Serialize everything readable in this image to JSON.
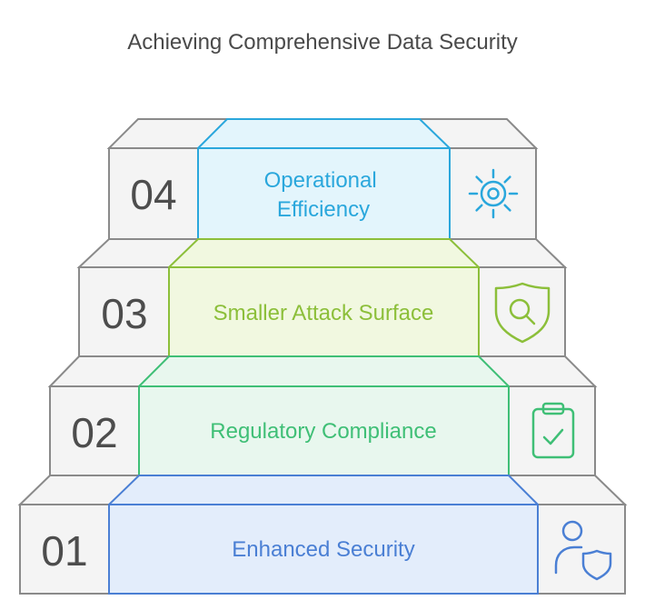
{
  "title": "Achieving Comprehensive Data Security",
  "steps": [
    {
      "number": "01",
      "label": "Enhanced Security",
      "icon": "user-shield-icon",
      "color": "#4a7fd4",
      "fill": "#e3edfb"
    },
    {
      "number": "02",
      "label": "Regulatory Compliance",
      "icon": "clipboard-check-icon",
      "color": "#3fbf76",
      "fill": "#e8f7ee"
    },
    {
      "number": "03",
      "label": "Smaller Attack Surface",
      "icon": "shield-search-icon",
      "color": "#8cbf3a",
      "fill": "#f1f8e0"
    },
    {
      "number": "04",
      "label": "Operational\nEfficiency",
      "icon": "gear-icon",
      "color": "#2aa7dc",
      "fill": "#e3f5fc"
    }
  ]
}
